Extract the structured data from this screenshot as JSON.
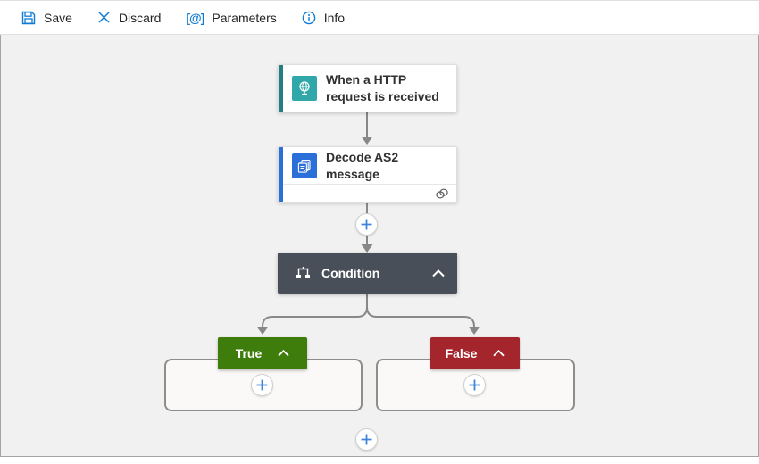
{
  "toolbar": {
    "save": {
      "label": "Save"
    },
    "discard": {
      "label": "Discard"
    },
    "parameters": {
      "label": "Parameters",
      "glyph": "[@]"
    },
    "info": {
      "label": "Info"
    }
  },
  "workflow": {
    "trigger": {
      "title": "When a HTTP request is received"
    },
    "action": {
      "title": "Decode AS2 message"
    },
    "condition": {
      "label": "Condition"
    },
    "true_branch": {
      "label": "True"
    },
    "false_branch": {
      "label": "False"
    }
  },
  "icons": {
    "trigger": "http-request-icon",
    "action": "as2-documents-icon",
    "action_footer": "connection-link-icon",
    "condition": "condition-branch-icon"
  },
  "colors": {
    "accent-blue": "#0f7bd4",
    "plus-blue": "#4087d8",
    "connector-gray": "#8a8886",
    "condition-dark": "#484f58",
    "true-green": "#3e7d0b",
    "false-red": "#a4262c",
    "trigger-teal": "#30a7a9",
    "trigger-accent": "#217e82",
    "action-blue": "#2b6fd9",
    "canvas-bg": "#f2f1f1",
    "container-bg": "#faf9f8",
    "text-dark": "#323130"
  }
}
